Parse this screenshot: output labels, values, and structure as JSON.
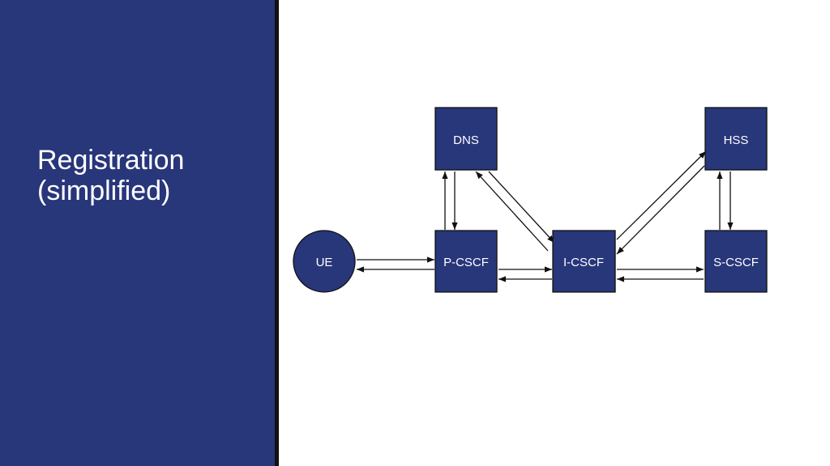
{
  "slide": {
    "title_line1": "Registration",
    "title_line2": "(simplified)"
  },
  "colors": {
    "sidebar": "#28367a",
    "node_fill": "#28367a",
    "node_stroke": "#111111",
    "arrow": "#111111",
    "label": "#ffffff"
  },
  "diagram": {
    "nodes": {
      "ue": "UE",
      "dns": "DNS",
      "hss": "HSS",
      "pcscf": "P-CSCF",
      "icscf": "I-CSCF",
      "scscf": "S-CSCF"
    },
    "edges": [
      {
        "from": "UE",
        "to": "P-CSCF"
      },
      {
        "from": "P-CSCF",
        "to": "UE"
      },
      {
        "from": "P-CSCF",
        "to": "DNS"
      },
      {
        "from": "DNS",
        "to": "P-CSCF"
      },
      {
        "from": "P-CSCF",
        "to": "I-CSCF"
      },
      {
        "from": "I-CSCF",
        "to": "P-CSCF"
      },
      {
        "from": "I-CSCF",
        "to": "DNS"
      },
      {
        "from": "DNS",
        "to": "I-CSCF"
      },
      {
        "from": "I-CSCF",
        "to": "HSS"
      },
      {
        "from": "HSS",
        "to": "I-CSCF"
      },
      {
        "from": "I-CSCF",
        "to": "S-CSCF"
      },
      {
        "from": "S-CSCF",
        "to": "I-CSCF"
      },
      {
        "from": "S-CSCF",
        "to": "HSS"
      },
      {
        "from": "HSS",
        "to": "S-CSCF"
      }
    ]
  }
}
